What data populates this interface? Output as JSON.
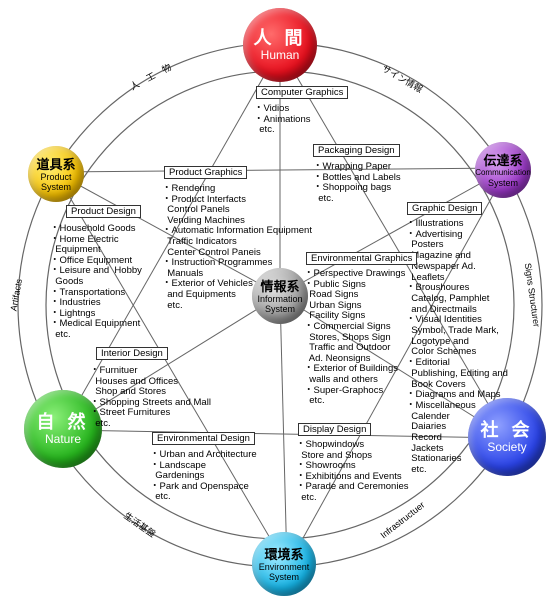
{
  "nodes": {
    "human": {
      "jp": "人 間",
      "en": "Human",
      "color": "#e8101e"
    },
    "communication": {
      "jp": "伝達系",
      "en1": "Communication",
      "en2": "System",
      "color": "#9b37c8"
    },
    "society": {
      "jp": "社 会",
      "en": "Society",
      "color": "#2b44e8"
    },
    "environment": {
      "jp": "環境系",
      "en1": "Environment",
      "en2": "System",
      "color": "#16b4e6"
    },
    "nature": {
      "jp": "自 然",
      "en": "Nature",
      "color": "#27b51e"
    },
    "product": {
      "jp": "道具系",
      "en1": "Product",
      "en2": "System",
      "color": "#f5c000"
    },
    "information": {
      "jp": "情報系",
      "en1": "Information",
      "en2": "System",
      "color": "#8a8a8a"
    }
  },
  "ring_labels": {
    "artifacts_jp": "人　工　物",
    "sign_info_jp": "サイン情報",
    "artifacts_en": "Artifacts",
    "signs_structure_en": "Signs Structurer",
    "infrastructure_jp": "生活基盤",
    "infrastructure_en": "Infrastructuer"
  },
  "sections": {
    "computer_graphics": {
      "title": "Computer Graphics",
      "items": [
        "・Vidios",
        "・Animations",
        "  etc."
      ]
    },
    "packaging_design": {
      "title": "Packaging Design",
      "items": [
        "・Wrapping Paper",
        "・Bottles and Labels",
        "・Shoppoing bags",
        "  etc."
      ]
    },
    "product_graphics": {
      "title": "Product Graphics",
      "items": [
        "・Rendering",
        "・Product Interfacts",
        "  Control Panels",
        "  Vending Machines",
        "・Automatic Information Equipment",
        "  Traffic Indicators",
        "  Center Control Paneis",
        "・Instruction Programmes",
        "  Manuals",
        "・Exterior of Vehicles",
        "  and Equipments",
        "  etc."
      ]
    },
    "product_design": {
      "title": "Product Design",
      "items": [
        "・Household Goods",
        "・Home Electric",
        "  Equipment",
        "・Office Equipment",
        "・Leisure and  Hobby",
        "  Goods",
        "・Transportations",
        "・Industries",
        "・Lightngs",
        "・Medical Equipment",
        "  etc."
      ]
    },
    "graphic_design": {
      "title": "Graphic Design",
      "items": [
        "・Illustrations",
        "・Advertising",
        "  Posters",
        "  Magazine and",
        "  Newspaper Ad.",
        "  Leaflets",
        "・Broushoures",
        "  Catalog, Pamphlet",
        "  and Directmails",
        "・Visual Identities",
        "  Symbol, Trade Mark,",
        "  Logotype and",
        "  Color Schemes",
        "・Editorial",
        "  Publishing, Editing and",
        "  Book Covers",
        "・Diagrams and Maps",
        "・Miscellaneous",
        "  Calender",
        "  Daiaries",
        "  Record",
        "  Jackets",
        "  Stationaries",
        "  etc."
      ]
    },
    "environmental_graphics": {
      "title": "Environmental Graphics",
      "items": [
        "・Perspective Drawings",
        "・Public Signs",
        "  Road Signs",
        "  Urban Signs",
        "  Facility Signs",
        "・Commercial Signs",
        "  Stores, Shops Sign",
        "  Traffic and Outdoor",
        "  Ad. Neonsigns",
        "・Exterior of Buildings",
        "  walls and others",
        "・Super-Graphocs",
        "  etc."
      ]
    },
    "interior_design": {
      "title": "Interior Design",
      "items": [
        "・Furnituer",
        "  Houses and Offices",
        "  Shop and Stores",
        "・Shopping Streets and Mall",
        "・Street Furnitures",
        "  etc."
      ]
    },
    "environmental_design": {
      "title": "Environmental Design",
      "items": [
        "・Urban and Architecture",
        "・Landscape",
        "  Gardenings",
        "・Park and Openspace",
        "  etc."
      ]
    },
    "display_design": {
      "title": "Display Design",
      "items": [
        "・Shopwindows",
        "  Store and Shops",
        "・Showrooms",
        "・Exhibitions and Events",
        "・Parade and Ceremonies",
        "  etc."
      ]
    }
  },
  "colors": {
    "ring": "#555555",
    "line": "#555555"
  }
}
